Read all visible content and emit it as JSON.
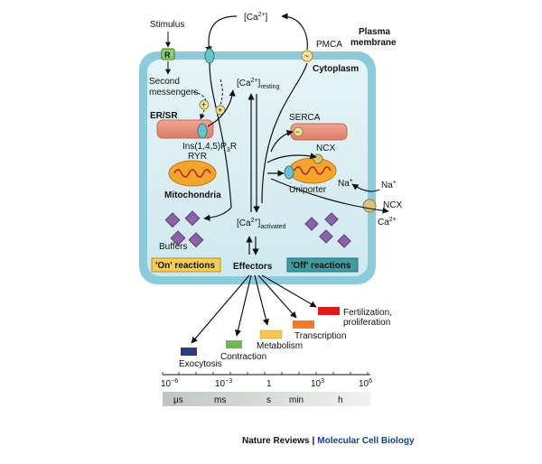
{
  "labels": {
    "stimulus": "Stimulus",
    "receptor": "R",
    "ca_outside": "[Ca",
    "ca_sup": "2+",
    "ca_close": "]",
    "plasma_membrane_1": "Plasma",
    "plasma_membrane_2": "membrane",
    "pmca": "PMCA",
    "cytoplasm": "Cytoplasm",
    "second_messengers_1": "Second",
    "second_messengers_2": "messengers",
    "ca_resting_sub": "resting",
    "er_sr": "ER/SR",
    "serca": "SERCA",
    "ins_p3r": "Ins(1,4,5)P",
    "ins_sub": "3",
    "ins_r": "R",
    "ryr": "RYR",
    "ncx_inner": "NCX",
    "na_inner": "Na",
    "na_sup": "+",
    "mitochondria": "Mitochondria",
    "uniporter": "Uniporter",
    "na_outer": "Na",
    "ncx_outer": "NCX",
    "ca_outer": "Ca",
    "buffers": "Buffers",
    "ca_activated_sub": "activated",
    "on_reactions": "'On' reactions",
    "off_reactions": "'Off' reactions",
    "effectors": "Effectors",
    "fertilization_1": "Fertilization,",
    "fertilization_2": "proliferation",
    "transcription": "Transcription",
    "metabolism": "Metabolism",
    "contraction": "Contraction",
    "exocytosis": "Exocytosis",
    "plus": "+",
    "minus": "−",
    "tilde": "~"
  },
  "timescale": {
    "ticks": [
      "10",
      "10",
      "1",
      "10",
      "10"
    ],
    "tick_exponents": [
      "−6",
      "−3",
      "",
      "3",
      "6"
    ],
    "units": [
      "μs",
      "ms",
      "s",
      "min",
      "h"
    ]
  },
  "footer": {
    "journal": "Nature Reviews",
    "separator": "|",
    "section": "Molecular Cell Biology"
  },
  "colors": {
    "cell_fill": "#d3ebf1",
    "cell_border": "#7cc0d2",
    "er": "#e8927e",
    "mito": "#f4a52c",
    "on_box": "#f6cc52",
    "off_box": "#3f9aa1",
    "exocytosis": "#2b3f7c",
    "contraction": "#6db84f",
    "metabolism": "#f6c555",
    "transcription": "#ef7c2c",
    "fertilization": "#e01a1a",
    "journal_blue": "#1a3d8c"
  }
}
